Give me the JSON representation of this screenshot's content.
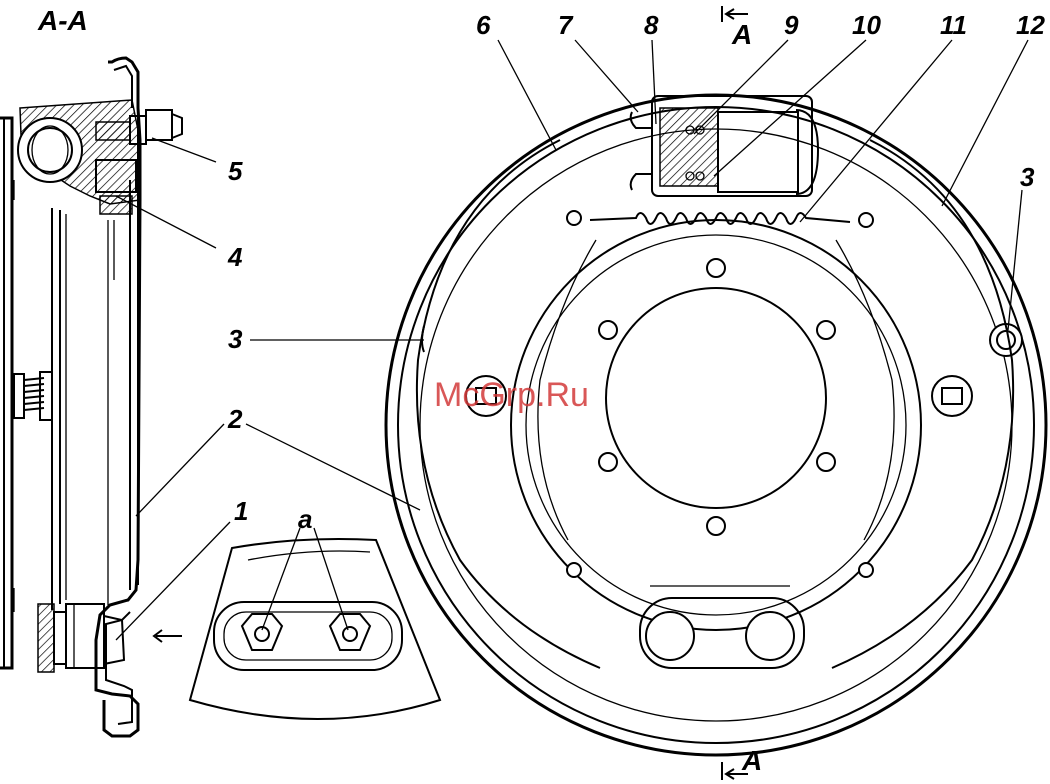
{
  "section_title": "A-A",
  "section_marker_top": "A",
  "section_marker_bottom": "A",
  "watermark": "McGrp.Ru",
  "callouts": {
    "c1": "1",
    "c2": "2",
    "c3_left": "3",
    "c3_right": "3",
    "c4": "4",
    "c5": "5",
    "c6": "6",
    "c7": "7",
    "c8": "8",
    "c9": "9",
    "c10": "10",
    "c11": "11",
    "c12": "12",
    "ca": "a"
  }
}
